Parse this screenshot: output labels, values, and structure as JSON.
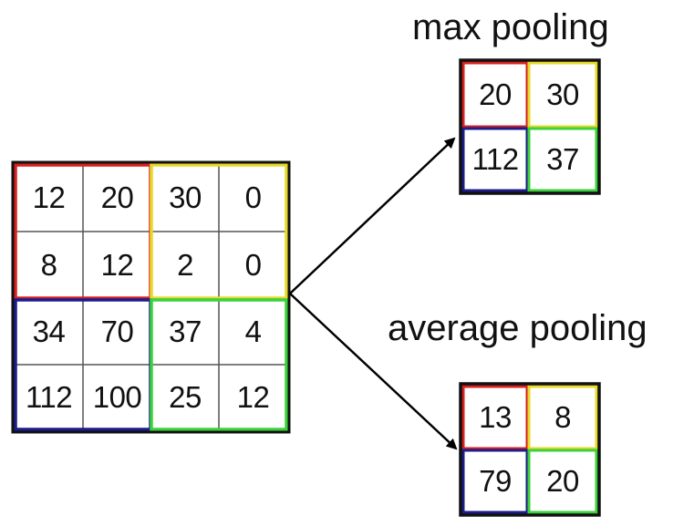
{
  "input_grid": {
    "rows": [
      [
        "12",
        "20",
        "30",
        "0"
      ],
      [
        "8",
        "12",
        "2",
        "0"
      ],
      [
        "34",
        "70",
        "37",
        "4"
      ],
      [
        "112",
        "100",
        "25",
        "12"
      ]
    ]
  },
  "max_pooling": {
    "title": "max pooling",
    "rows": [
      [
        "20",
        "30"
      ],
      [
        "112",
        "37"
      ]
    ]
  },
  "average_pooling": {
    "title": "average pooling",
    "rows": [
      [
        "13",
        "8"
      ],
      [
        "79",
        "20"
      ]
    ]
  },
  "colors": {
    "top_left": "#d82020",
    "top_right": "#e8d82a",
    "bottom_left": "#1c1c8c",
    "bottom_right": "#3ad23a",
    "grid": "#555555",
    "border": "#111111"
  }
}
